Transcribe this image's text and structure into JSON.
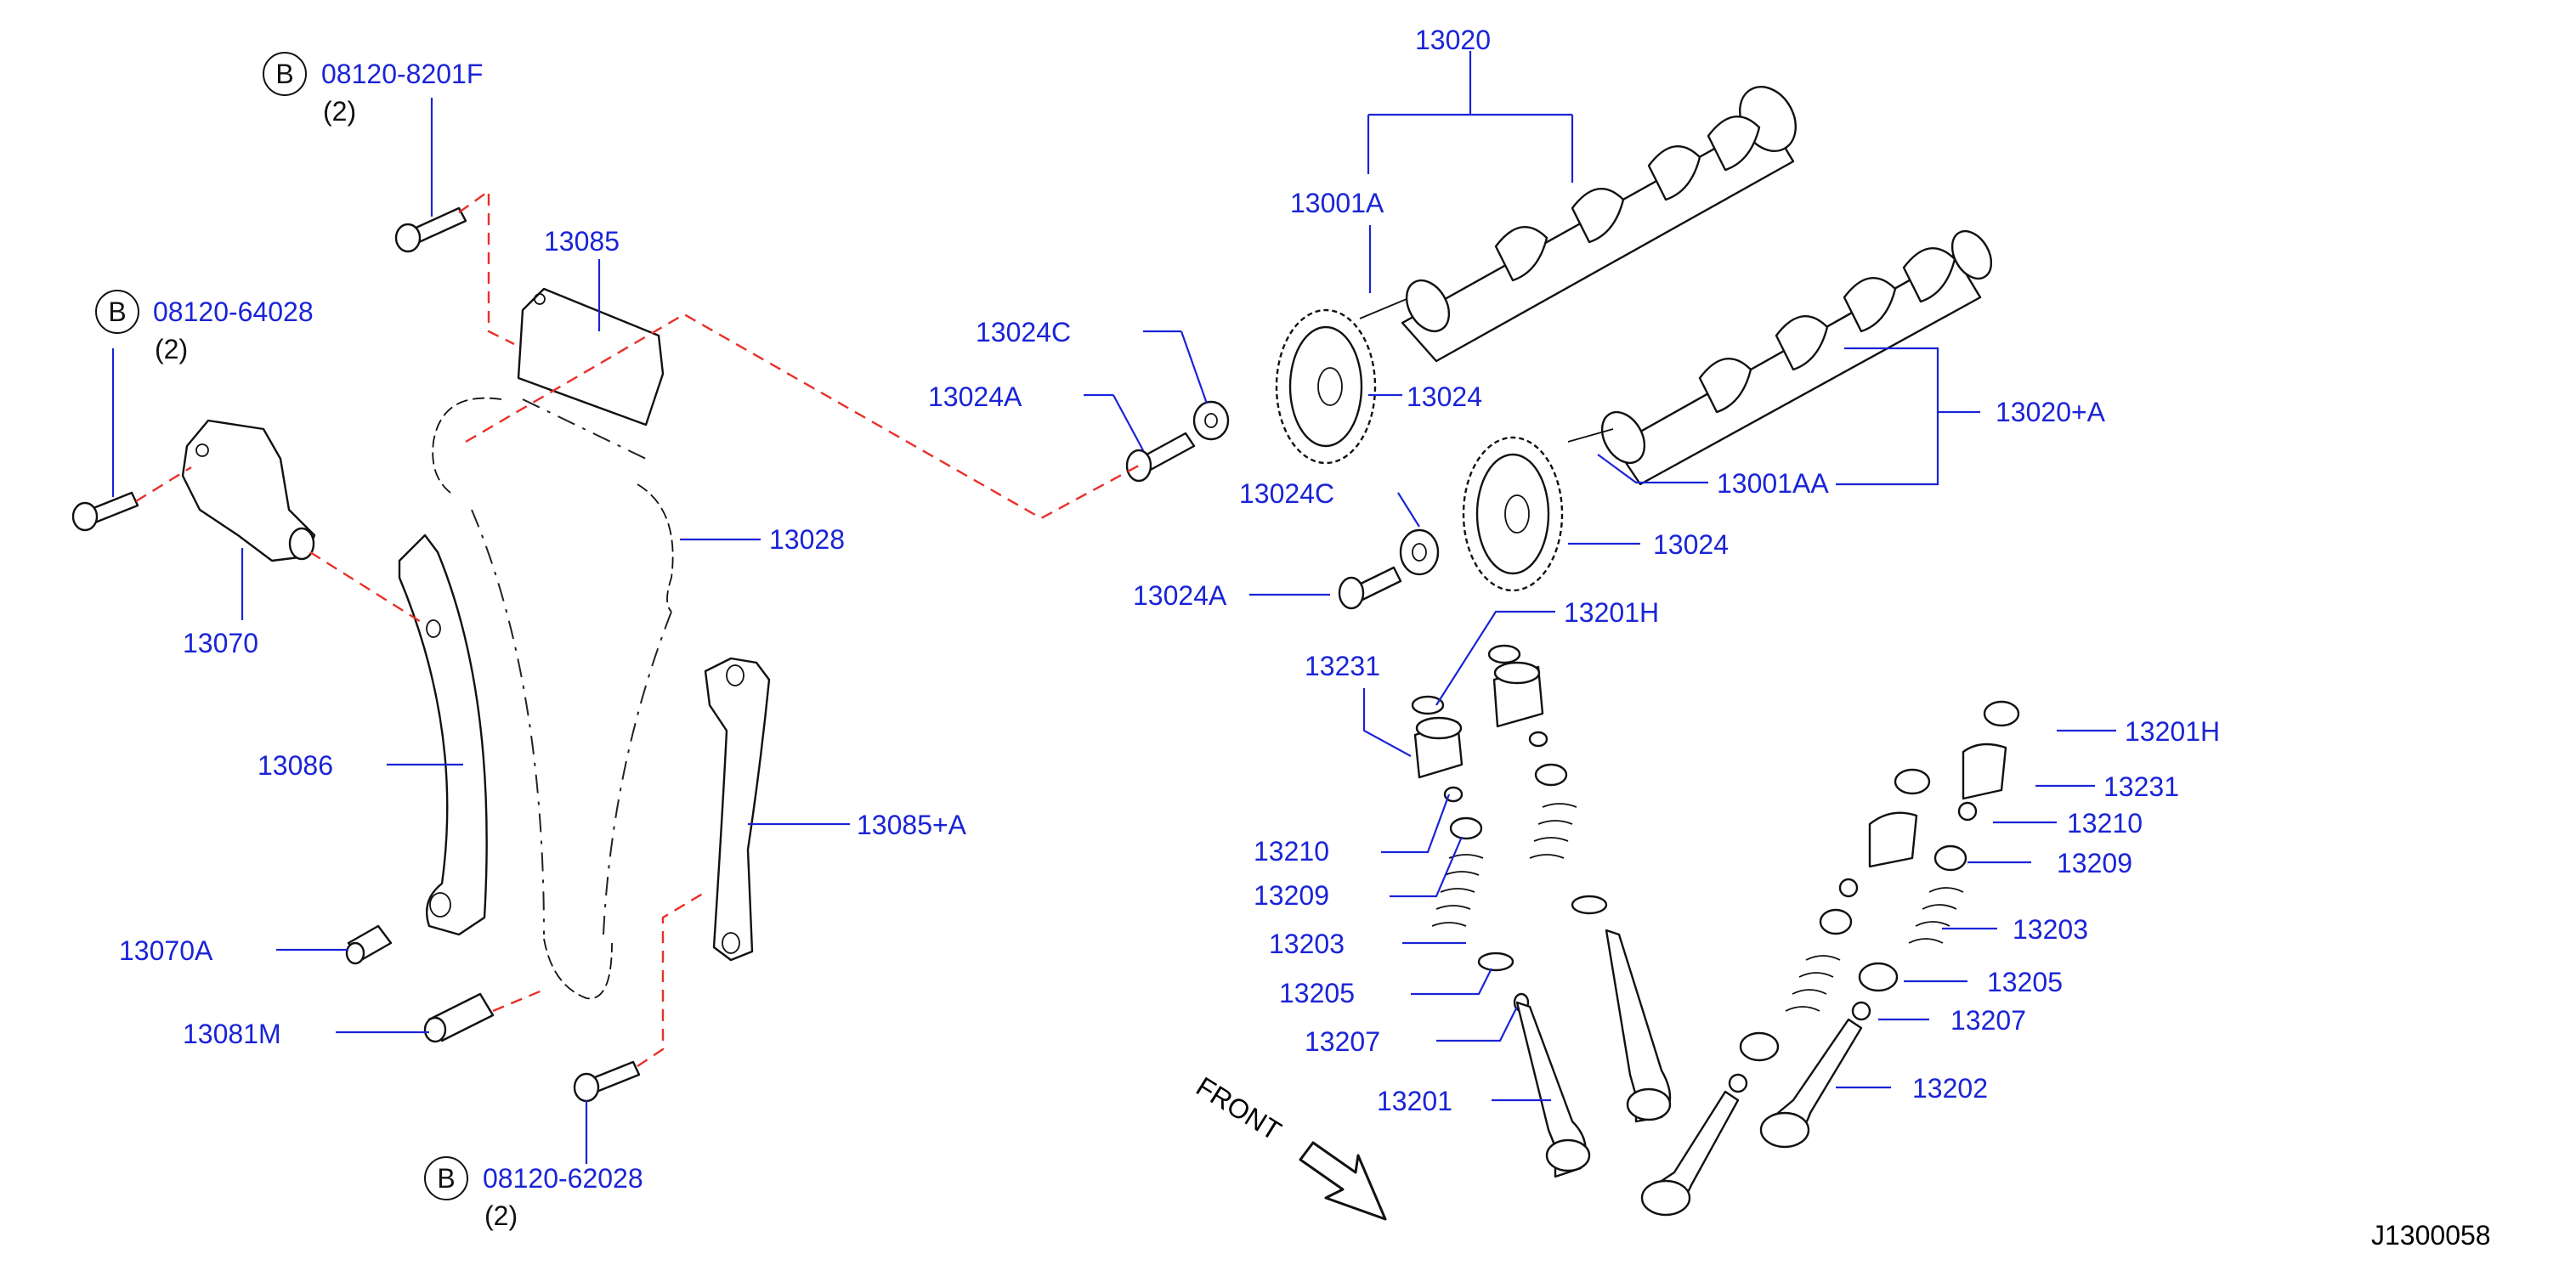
{
  "labels": {
    "l13020": "13020",
    "l13001A": "13001A",
    "l13024C_top": "13024C",
    "l13024A_top": "13024A",
    "l13024_top": "13024",
    "l13020A": "13020+A",
    "l13001AA": "13001AA",
    "l13024C_bot": "13024C",
    "l13024_bot": "13024",
    "l13024A_bot": "13024A",
    "l13085": "13085",
    "l13028": "13028",
    "l13070": "13070",
    "l13086": "13086",
    "l13085A": "13085+A",
    "l13070A": "13070A",
    "l13081M": "13081M",
    "l13201H_l": "13201H",
    "l13231_l": "13231",
    "l13210_l": "13210",
    "l13209_l": "13209",
    "l13203_l": "13203",
    "l13205_l": "13205",
    "l13207_l": "13207",
    "l13201": "13201",
    "l13201H_r": "13201H",
    "l13231_r": "13231",
    "l13210_r": "13210",
    "l13209_r": "13209",
    "l13203_r": "13203",
    "l13205_r": "13205",
    "l13207_r": "13207",
    "l13202": "13202"
  },
  "bolts": {
    "b1_part": "08120-8201F",
    "b1_qty": "(2)",
    "b2_part": "08120-64028",
    "b2_qty": "(2)",
    "b3_part": "08120-62028",
    "b3_qty": "(2)",
    "b_marker": "B"
  },
  "front": "FRONT",
  "diagram_code": "J1300058",
  "colors": {
    "label": "#1a24d6",
    "red_dash": "#e8302a",
    "part_outline": "#111111"
  }
}
